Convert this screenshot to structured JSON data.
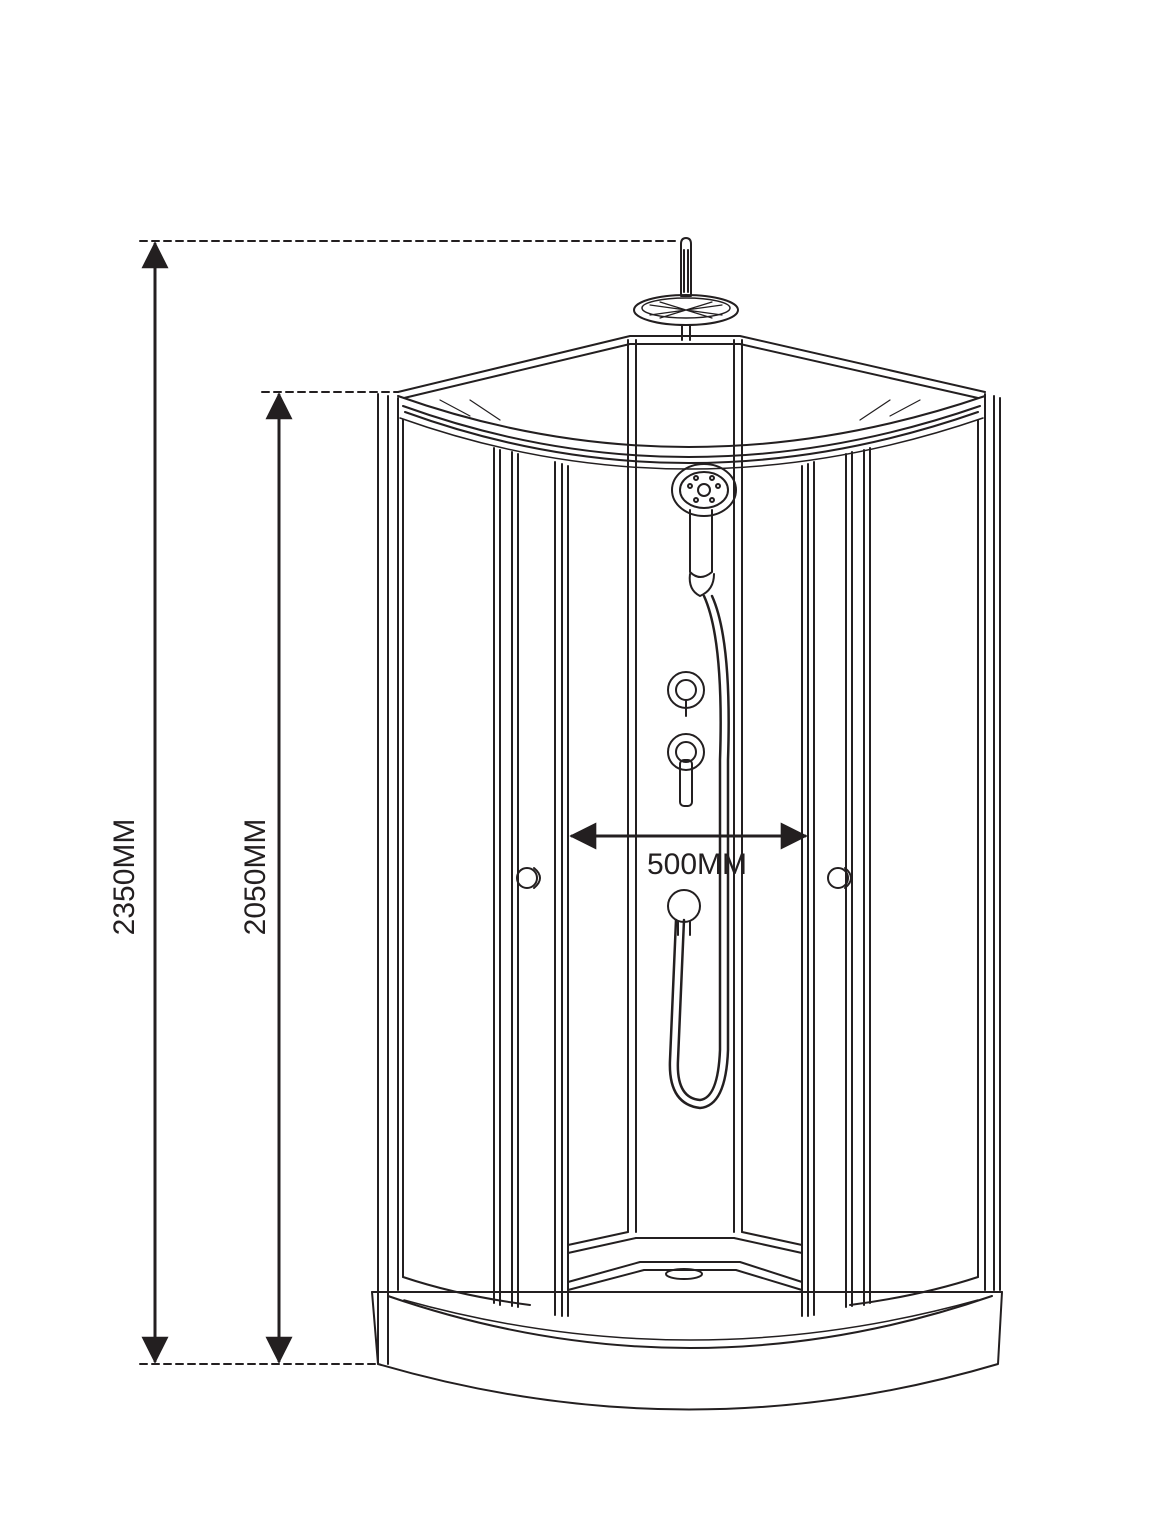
{
  "diagram": {
    "dimensions": {
      "total_height": "2350MM",
      "cabin_height": "2050MM",
      "width": "500MM"
    },
    "colors": {
      "line": "#231f20",
      "background": "#ffffff"
    }
  }
}
